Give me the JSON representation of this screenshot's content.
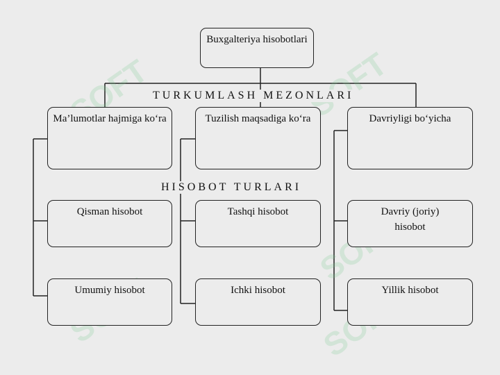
{
  "diagram": {
    "root": "Buxgalteriya hisobotlari",
    "criteria_caption": "TURKUMLASH   MEZONLARI",
    "types_caption": "HISOBOT   TURLARI",
    "criteria": [
      {
        "label": "Ma’lumotlar hajmiga ko‘ra",
        "reports": [
          "Qisman hisobot",
          "Umumiy hisobot"
        ]
      },
      {
        "label": "Tuzilish maqsadiga ko‘ra",
        "reports": [
          "Tashqi hisobot",
          "Ichki hisobot"
        ]
      },
      {
        "label": "Davriyligi bo‘yicha",
        "reports": [
          "Davriy (joriy) hisobot",
          "Yillik hisobot"
        ]
      }
    ]
  },
  "watermark": "SOFT",
  "colors": {
    "line": "#222222",
    "background": "#ececec",
    "watermark": "#78c88c"
  }
}
